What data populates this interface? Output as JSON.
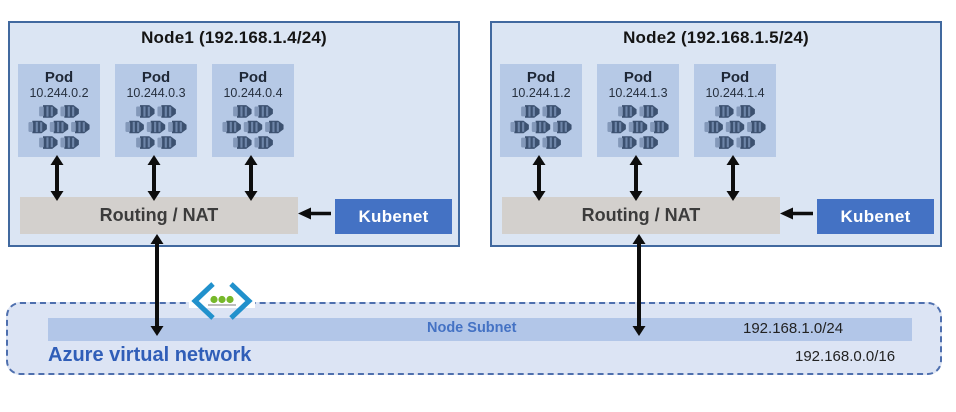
{
  "diagram": {
    "nodes": [
      {
        "title": "Node1 (192.168.1.4/24)",
        "pods": [
          {
            "label": "Pod",
            "ip": "10.244.0.2"
          },
          {
            "label": "Pod",
            "ip": "10.244.0.3"
          },
          {
            "label": "Pod",
            "ip": "10.244.0.4"
          }
        ],
        "routing_label": "Routing / NAT",
        "kubenet_label": "Kubenet"
      },
      {
        "title": "Node2 (192.168.1.5/24)",
        "pods": [
          {
            "label": "Pod",
            "ip": "10.244.1.2"
          },
          {
            "label": "Pod",
            "ip": "10.244.1.3"
          },
          {
            "label": "Pod",
            "ip": "10.244.1.4"
          }
        ],
        "routing_label": "Routing / NAT",
        "kubenet_label": "Kubenet"
      }
    ],
    "vnet": {
      "label": "Azure virtual network",
      "cidr": "192.168.0.0/16",
      "subnet": {
        "label": "Node Subnet",
        "cidr": "192.168.1.0/24"
      }
    },
    "colors": {
      "node_fill": "#dbe5f3",
      "node_border": "#41699f",
      "pod_fill": "#b6c9e6",
      "pod_icon_dark": "#3c5170",
      "routing_gray": "#d3d0cd",
      "kubenet_blue": "#4472c4",
      "subnet_bar": "#b2c6e8",
      "vnet_fill": "#dce4f4",
      "vnet_dash": "#4e6fae",
      "azure_label_blue": "#305eb8",
      "vnet_icon_bracket": "#2191cc",
      "vnet_icon_dot_green": "#76b82a",
      "arrow_black": "#0d0d0d"
    }
  }
}
